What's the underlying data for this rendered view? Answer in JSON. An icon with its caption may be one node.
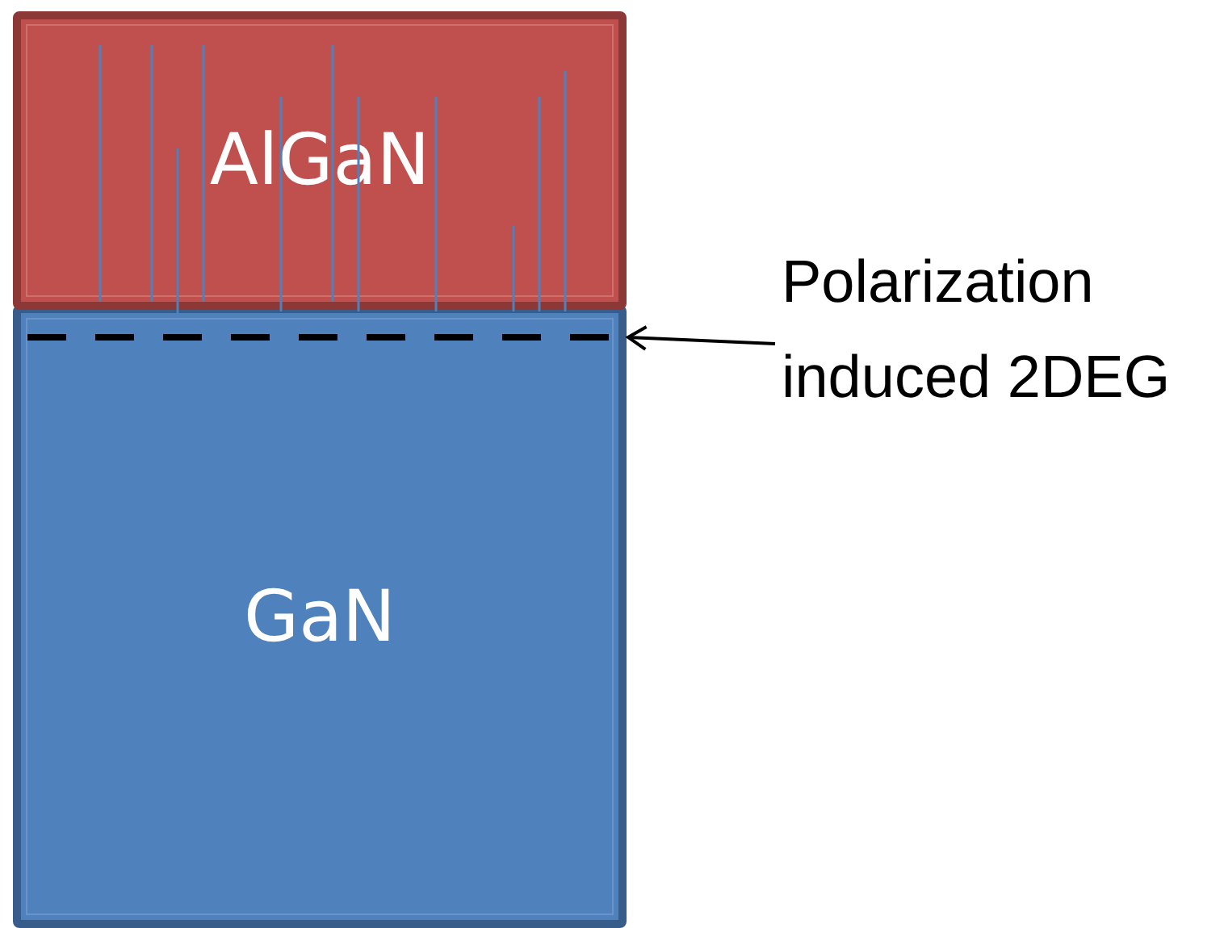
{
  "diagram": {
    "nodes": [
      {
        "text": [
          "AlGaN"
        ]
      },
      {
        "text": [
          "GaN"
        ]
      },
      {
        "text": [
          "Polarization induced 2DEG"
        ]
      },
      {
        "text": [],
        "shape": "line",
        "in": 1
      }
    ],
    "edges": [
      {
        "from": 2,
        "to": 3,
        "arrow": "to"
      }
    ]
  }
}
